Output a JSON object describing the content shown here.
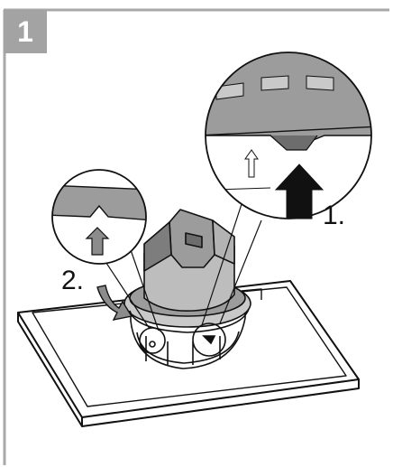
{
  "step": {
    "number": "1",
    "badge_color": "#a3a3a3",
    "frame_color": "#a8a8a8"
  },
  "callouts": [
    {
      "label": "1.",
      "action": "push-up"
    },
    {
      "label": "2.",
      "action": "rotate"
    }
  ],
  "colors": {
    "part_gray": "#9c9c9c",
    "part_light": "#c9c9c9",
    "part_dark": "#6d6d6d",
    "arrow_dark": "#111111",
    "arrow_gray": "#8c8c8c",
    "line": "#111111"
  },
  "icons": [
    "up-arrow-icon",
    "rotate-arrow-icon",
    "magnifier-circle-icon"
  ]
}
